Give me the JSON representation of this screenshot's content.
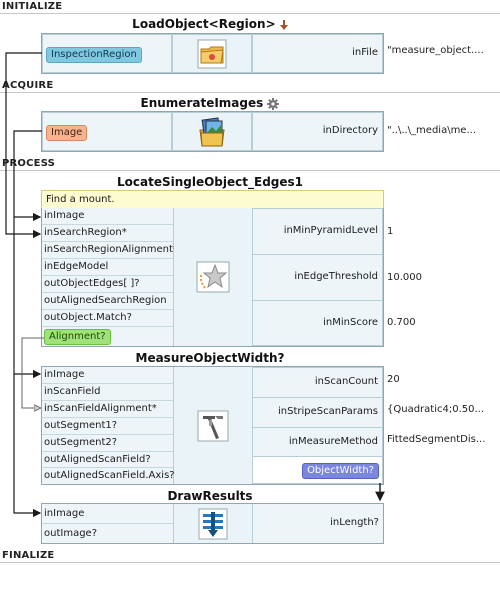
{
  "sections": {
    "initialize": "INITIALIZE",
    "acquire": "ACQUIRE",
    "process": "PROCESS",
    "finalize": "FINALIZE"
  },
  "blocks": {
    "load_object": {
      "title": "LoadObject<Region>",
      "title_icon": "arrow-down-icon",
      "output_tag": "InspectionRegion",
      "icon": "folder-icon",
      "param_label": "inFile",
      "param_value": "\"measure_object...."
    },
    "enumerate_images": {
      "title": "EnumerateImages",
      "title_icon": "gear-icon",
      "output_tag": "Image",
      "icon": "image-folder-icon",
      "param_label": "inDirectory",
      "param_value": "\"..\\..\\_media\\me..."
    },
    "locate": {
      "title": "LocateSingleObject_Edges1",
      "comment": "Find a mount.",
      "inputs": [
        "inImage",
        "inSearchRegion*",
        "inSearchRegionAlignment*",
        "inEdgeModel"
      ],
      "outputs": [
        "outObjectEdges[ ]?",
        "outAlignedSearchRegion",
        "outObject.Match?"
      ],
      "output_tag": "Alignment?",
      "icon": "star-icon",
      "params": [
        {
          "label": "inMinPyramidLevel",
          "value": "1"
        },
        {
          "label": "inEdgeThreshold",
          "value": "10.000"
        },
        {
          "label": "inMinScore",
          "value": "0.700"
        }
      ]
    },
    "measure": {
      "title": "MeasureObjectWidth?",
      "inputs": [
        "inImage",
        "inScanField",
        "inScanFieldAlignment*"
      ],
      "outputs": [
        "outSegment1?",
        "outSegment2?",
        "outAlignedScanField?",
        "outAlignedScanField.Axis?"
      ],
      "icon": "caliper-icon",
      "params": [
        {
          "label": "inScanCount",
          "value": "20"
        },
        {
          "label": "inStripeScanParams",
          "value": "{Quadratic4;0.50..."
        },
        {
          "label": "inMeasureMethod",
          "value": "FittedSegmentDis..."
        }
      ],
      "output_tag": "ObjectWidth?"
    },
    "draw": {
      "title": "DrawResults",
      "inputs": [
        "inImage"
      ],
      "outputs": [
        "outImage?"
      ],
      "icon": "draw-results-icon",
      "param_label": "inLength?"
    }
  },
  "colors": {
    "panel_border": "#8fa7b3",
    "panel_bg": "#eaf4f8",
    "comment_bg": "#fdfbd0",
    "wire": "#1a1a1a"
  }
}
